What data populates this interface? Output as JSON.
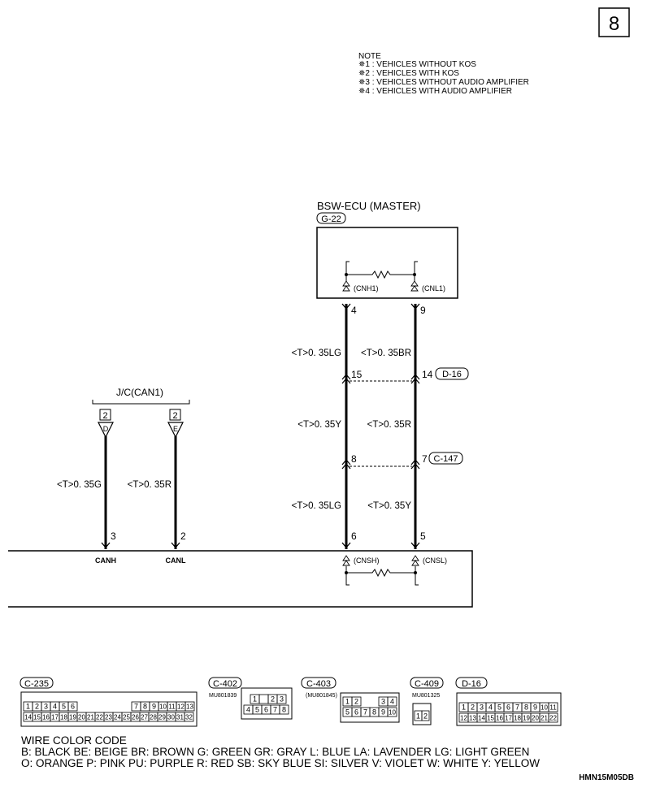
{
  "page_number": "8",
  "note": {
    "title": "NOTE",
    "items": [
      "✵1 : VEHICLES WITHOUT KOS",
      "✵2 : VEHICLES WITH KOS",
      "✵3 : VEHICLES WITHOUT AUDIO AMPLIFIER",
      "✵4 : VEHICLES WITH AUDIO AMPLIFIER"
    ]
  },
  "bsw_ecu": {
    "title": "BSW-ECU (MASTER)",
    "connector": "G-22",
    "left_terminal": "(CNH1)",
    "right_terminal": "(CNL1)"
  },
  "jc": {
    "title": "J/C(CAN1)",
    "left_pin": "2",
    "left_letter": "D",
    "right_pin": "2",
    "right_letter": "E"
  },
  "wires": {
    "canh_jc": "<T>0. 35G",
    "canl_jc": "<T>0. 35R",
    "left_top": "<T>0. 35LG",
    "right_top": "<T>0. 35BR",
    "left_mid": "<T>0. 35Y",
    "right_mid": "<T>0. 35R",
    "left_bot": "<T>0. 35LG",
    "right_bot": "<T>0. 35Y"
  },
  "pins": {
    "ecu_left": "4",
    "ecu_right": "9",
    "d16_left": "15",
    "d16_right": "14",
    "c147_left": "8",
    "c147_right": "7",
    "bottom_canh": "3",
    "bottom_canl": "2",
    "bottom_cnsh": "6",
    "bottom_cnsl": "5"
  },
  "connector_tags": {
    "d16": "D-16",
    "c147": "C-147"
  },
  "bottom_unit": {
    "canh_label": "CANH",
    "canl_label": "CANL",
    "cnsh_label": "(CNSH)",
    "cnsl_label": "(CNSL)"
  },
  "connectors": {
    "c235": {
      "name": "C-235",
      "row1_a": [
        "1",
        "2",
        "3",
        "4",
        "5",
        "6"
      ],
      "row1_b": [
        "7",
        "8",
        "9",
        "10",
        "11",
        "12",
        "13"
      ],
      "row2": [
        "14",
        "15",
        "16",
        "17",
        "18",
        "19",
        "20",
        "21",
        "22",
        "23",
        "24",
        "25",
        "26",
        "27",
        "28",
        "29",
        "30",
        "31",
        "32"
      ]
    },
    "c402": {
      "name": "C-402",
      "part": "MU801839",
      "row1": [
        "1",
        "",
        "2",
        "3"
      ],
      "row2": [
        "4",
        "5",
        "6",
        "7",
        "8"
      ]
    },
    "c403": {
      "name": "C-403",
      "part": "(MU801845)",
      "row1_a": [
        "1",
        "2"
      ],
      "row1_b": [
        "3",
        "4"
      ],
      "row2": [
        "5",
        "6",
        "7",
        "8",
        "9",
        "10"
      ]
    },
    "c409": {
      "name": "C-409",
      "part": "MU801325",
      "pins": [
        "1",
        "2"
      ]
    },
    "d16": {
      "name": "D-16",
      "row1": [
        "1",
        "2",
        "3",
        "4",
        "5",
        "6",
        "7",
        "8",
        "9",
        "10",
        "11"
      ],
      "row2": [
        "12",
        "13",
        "14",
        "15",
        "16",
        "17",
        "18",
        "19",
        "20",
        "21",
        "22"
      ]
    }
  },
  "wire_color_code": {
    "title": "WIRE COLOR CODE",
    "line1": "B: BLACK   BE: BEIGE   BR: BROWN   G: GREEN   GR: GRAY   L: BLUE   LA: LAVENDER   LG: LIGHT GREEN",
    "line2": "O: ORANGE   P: PINK   PU: PURPLE   R: RED   SB: SKY BLUE   SI: SILVER   V: VIOLET   W: WHITE   Y: YELLOW"
  },
  "footer_code": "HMN15M05DB"
}
